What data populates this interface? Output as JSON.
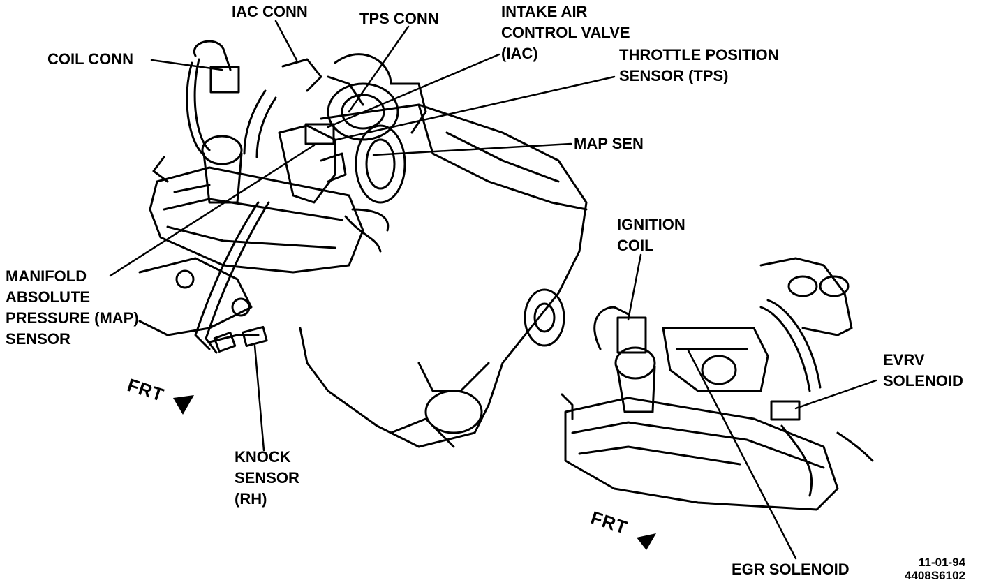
{
  "labels": {
    "iac_conn": "IAC CONN",
    "tps_conn": "TPS CONN",
    "iac_valve": [
      "INTAKE AIR",
      "CONTROL VALVE",
      "(IAC)"
    ],
    "coil_conn": "COIL CONN",
    "tps": [
      "THROTTLE POSITION",
      "SENSOR (TPS)"
    ],
    "map_sen": "MAP SEN",
    "map_sensor": [
      "MANIFOLD",
      "ABSOLUTE",
      "PRESSURE (MAP)",
      "SENSOR"
    ],
    "knock_sensor": [
      "KNOCK",
      "SENSOR",
      "(RH)"
    ],
    "ignition_coil": [
      "IGNITION",
      "COIL"
    ],
    "evrv_solenoid": [
      "EVRV",
      "SOLENOID"
    ],
    "egr_solenoid": "EGR SOLENOID",
    "frt_left": "FRT",
    "frt_right": "FRT"
  },
  "footer": {
    "date": "11-01-94",
    "code": "4408S6102"
  },
  "colors": {
    "ink": "#000000",
    "background": "#ffffff"
  }
}
